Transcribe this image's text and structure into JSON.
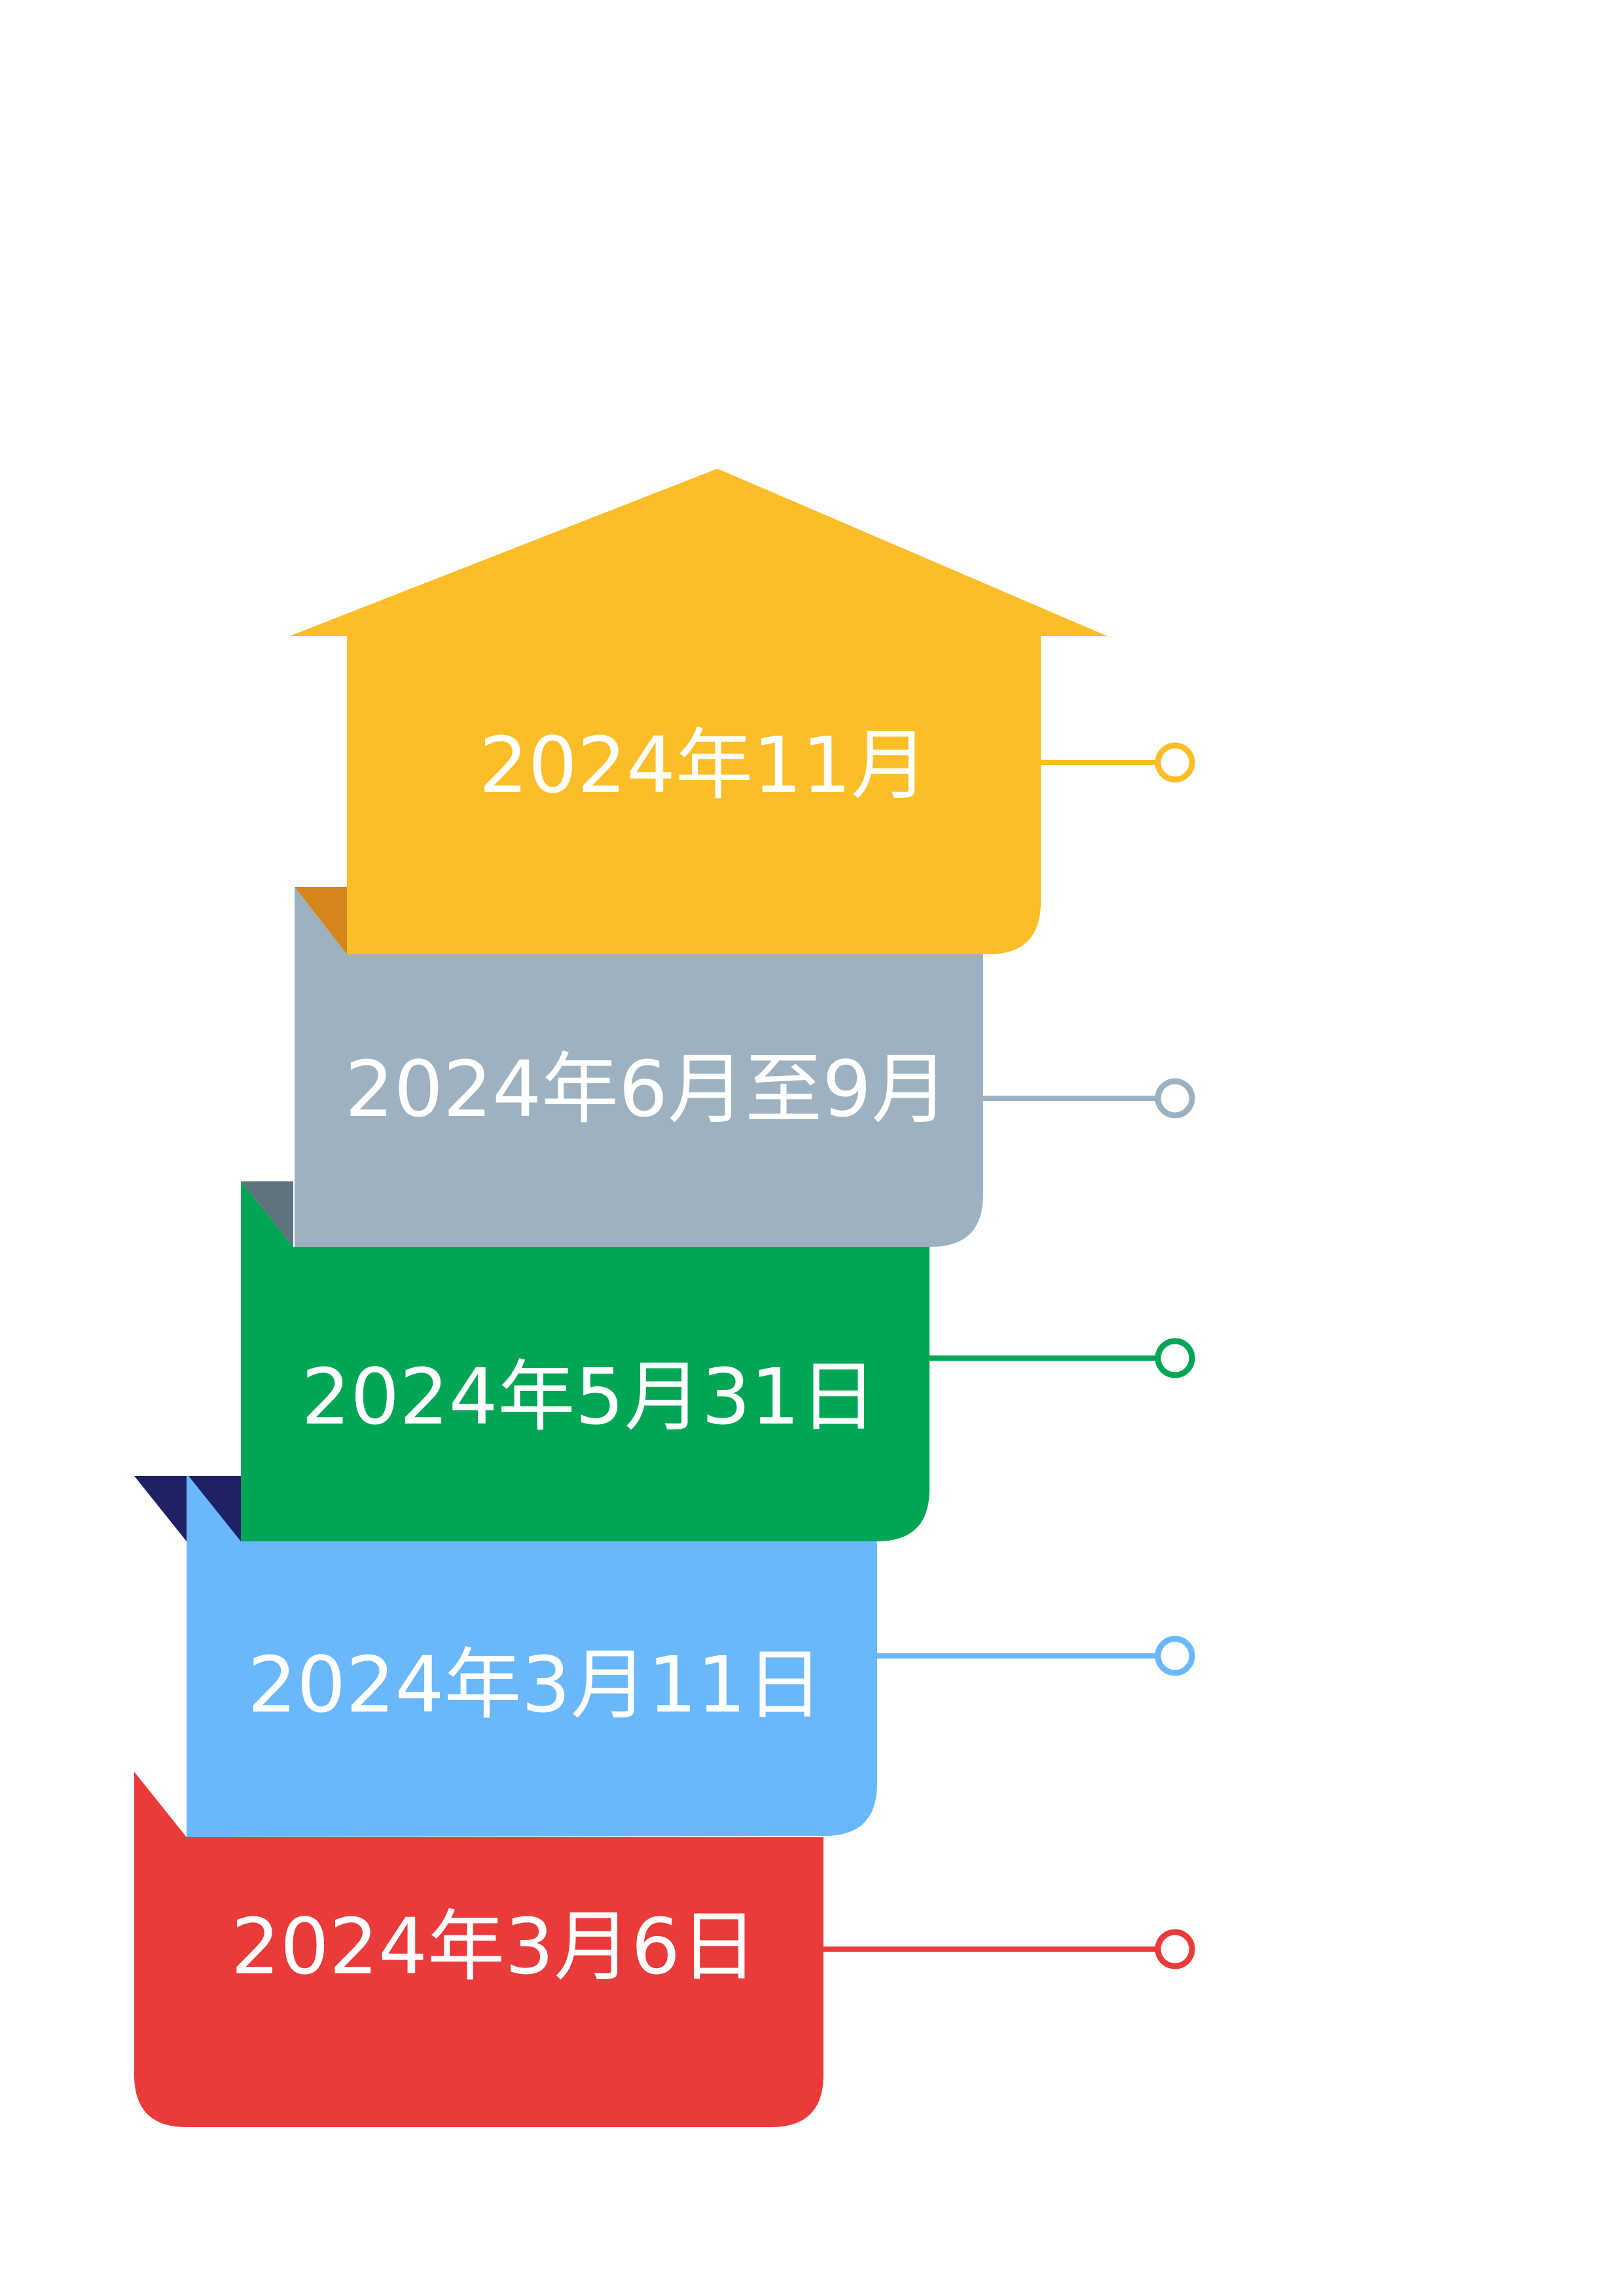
{
  "timeline": {
    "steps": [
      {
        "label": "2024年11月",
        "color": "#FBBE28",
        "fold_color": "#D4861C",
        "kind": "arrow-head"
      },
      {
        "label": "2024年6月至9月",
        "color": "#9EB1C0",
        "fold_color": "#5E737D",
        "kind": "step"
      },
      {
        "label": "2024年5月31日",
        "color": "#00A655",
        "fold_color": "#1E2166",
        "kind": "step"
      },
      {
        "label": "2024年3月11日",
        "color": "#6AB7FB",
        "fold_color": "#1E2166",
        "kind": "step"
      },
      {
        "label": "2024年3月6日",
        "color": "#EA3A3A",
        "kind": "step"
      }
    ]
  }
}
